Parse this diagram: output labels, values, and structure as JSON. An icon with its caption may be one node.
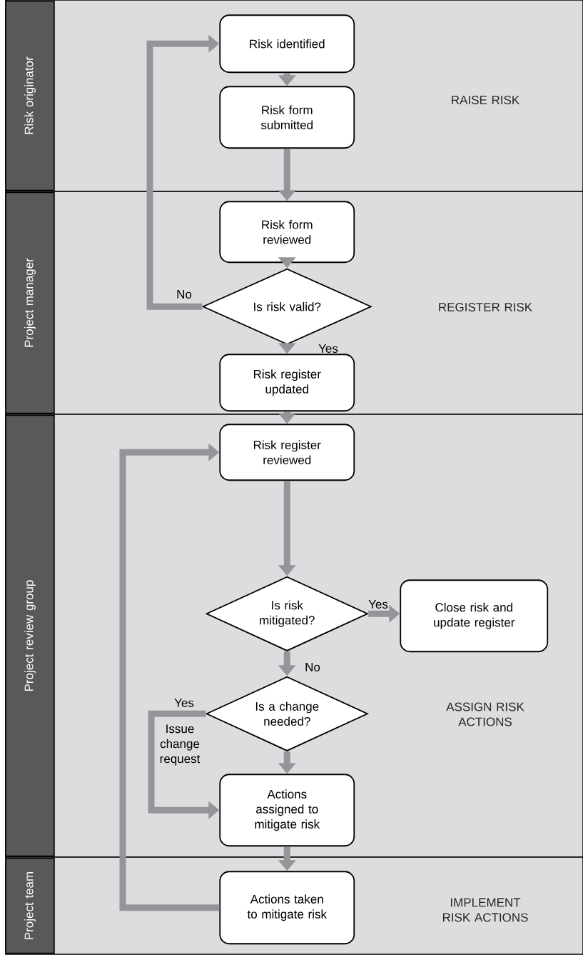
{
  "diagram": {
    "nodes": [
      {
        "text": [
          "Risk originator",
          "RAISE RISK"
        ]
      },
      {
        "text": [
          "Risk identified"
        ],
        "in": 0
      },
      {
        "text": [
          "Risk form submitted"
        ],
        "in": 0
      },
      {
        "text": [
          "Project manager",
          "REGISTER RISK"
        ]
      },
      {
        "text": [
          "Risk form reviewed"
        ],
        "in": 3
      },
      {
        "text": [
          "Is risk valid?"
        ],
        "in": 3
      },
      {
        "text": [
          "Risk register updated"
        ],
        "in": 3
      },
      {
        "text": [
          "Project review group",
          "ASSIGN RISK ACTIONS"
        ]
      },
      {
        "text": [
          "Risk register reviewed"
        ],
        "in": 7
      },
      {
        "text": [
          "Is risk mitigated?"
        ],
        "in": 7
      },
      {
        "text": [
          "Close risk and update register"
        ],
        "in": 7
      },
      {
        "text": [
          "Is a change needed?"
        ],
        "in": 7
      },
      {
        "text": [
          "Actions assigned to mitigate risk"
        ],
        "in": 7
      },
      {
        "text": [
          "Project team",
          "IMPLEMENT RISK ACTIONS"
        ]
      },
      {
        "text": [
          "Actions taken to mitigate risk"
        ],
        "in": 13
      }
    ],
    "edges": [
      {
        "from": 1,
        "to": 2,
        "arrow": "to"
      },
      {
        "from": 2,
        "to": 4,
        "arrow": "to"
      },
      {
        "from": 4,
        "to": 5,
        "arrow": "to"
      },
      {
        "from": 5,
        "to": 6,
        "arrow": "to",
        "label": "Yes"
      },
      {
        "from": 5,
        "to": 1,
        "arrow": "to",
        "label": "No"
      },
      {
        "from": 6,
        "to": 8,
        "arrow": "to"
      },
      {
        "from": 8,
        "to": 9,
        "arrow": "to"
      },
      {
        "from": 9,
        "to": 10,
        "arrow": "to",
        "label": "Yes"
      },
      {
        "from": 9,
        "to": 11,
        "arrow": "to",
        "label": "No"
      },
      {
        "from": 11,
        "to": 12,
        "arrow": "to",
        "label": "Yes"
      },
      {
        "from": 11,
        "to": 12,
        "arrow": "to"
      },
      {
        "from": 12,
        "to": 14,
        "arrow": "to"
      },
      {
        "from": 14,
        "to": 8,
        "arrow": "to"
      }
    ],
    "labels": [
      "Issue change request"
    ]
  }
}
